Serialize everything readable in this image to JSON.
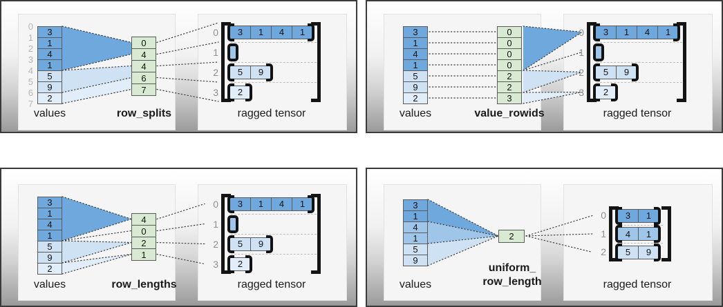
{
  "colors": {
    "dark_blue": "#6fa8dc",
    "medium_blue": "#9fc5e8",
    "light_blue": "#cfe2f3",
    "pale_blue": "#e1edf9",
    "green": "#d9ead3"
  },
  "panels": [
    {
      "method_label": "row_splits",
      "values_label": "values",
      "output_label": "ragged tensor",
      "values": [
        "3",
        "1",
        "4",
        "1",
        "5",
        "9",
        "2"
      ],
      "value_indices": [
        "0",
        "1",
        "2",
        "3",
        "4",
        "5",
        "6",
        "7"
      ],
      "param_cells": [
        "0",
        "4",
        "4",
        "6",
        "7"
      ],
      "row_indices": [
        "0",
        "1",
        "2",
        "3"
      ],
      "row0": [
        "3",
        "1",
        "4",
        "1"
      ],
      "row2": [
        "5",
        "9"
      ],
      "row3": [
        "2"
      ]
    },
    {
      "method_label": "value_rowids",
      "values_label": "values",
      "output_label": "ragged tensor",
      "values": [
        "3",
        "1",
        "4",
        "1",
        "5",
        "9",
        "2"
      ],
      "param_cells": [
        "0",
        "0",
        "0",
        "0",
        "2",
        "2",
        "3"
      ],
      "row_indices": [
        "0",
        "1",
        "2",
        "3"
      ],
      "row0": [
        "3",
        "1",
        "4",
        "1"
      ],
      "row2": [
        "5",
        "9"
      ],
      "row3": [
        "2"
      ]
    },
    {
      "method_label": "row_lengths",
      "values_label": "values",
      "output_label": "ragged tensor",
      "values": [
        "3",
        "1",
        "4",
        "1",
        "5",
        "9",
        "2"
      ],
      "param_cells": [
        "4",
        "0",
        "2",
        "1"
      ],
      "row_indices": [
        "0",
        "1",
        "2",
        "3"
      ],
      "row0": [
        "3",
        "1",
        "4",
        "1"
      ],
      "row2": [
        "5",
        "9"
      ],
      "row3": [
        "2"
      ]
    },
    {
      "method_label_line1": "uniform_",
      "method_label_line2": "row_length",
      "values_label": "values",
      "output_label": "ragged tensor",
      "values": [
        "3",
        "1",
        "4",
        "1",
        "5",
        "9"
      ],
      "param_cells": [
        "2"
      ],
      "row_indices": [
        "0",
        "1",
        "2"
      ],
      "row0": [
        "3",
        "1"
      ],
      "row1": [
        "4",
        "1"
      ],
      "row2": [
        "5",
        "9"
      ]
    }
  ]
}
